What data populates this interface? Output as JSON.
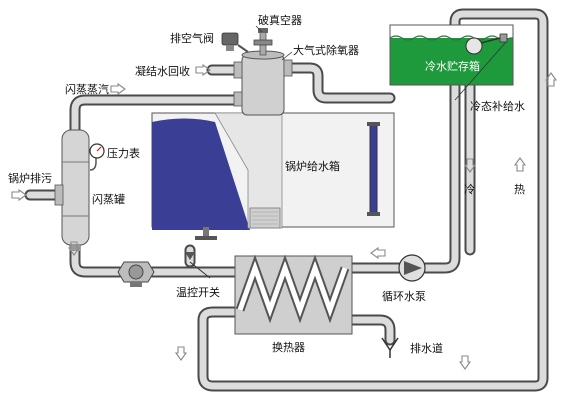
{
  "labels": {
    "vent_valve": "排空气阀",
    "vacuum_breaker": "破真空器",
    "deaerator": "大气式除氧器",
    "condensate_return": "凝结水回收",
    "flash_steam": "闪蒸蒸汽",
    "cold_storage_tank": "冷水贮存箱",
    "cold_makeup": "冷态补给水",
    "pressure_gauge": "压力表",
    "boiler_feed_tank": "锅炉给水箱",
    "boiler_blowdown": "锅炉排污",
    "flash_tank": "闪蒸罐",
    "cold": "冷",
    "hot": "热",
    "temp_switch": "温控开关",
    "circulating_pump": "循环水泵",
    "heat_exchanger": "换热器",
    "drain": "排水道"
  },
  "colors": {
    "pipe": "#dcdcdc",
    "pipe_outline": "#4a4a4a",
    "water_blue": "#3a3f95",
    "tank_green": "#1e9a3c",
    "flow_arrow": "#9a9a9a"
  }
}
